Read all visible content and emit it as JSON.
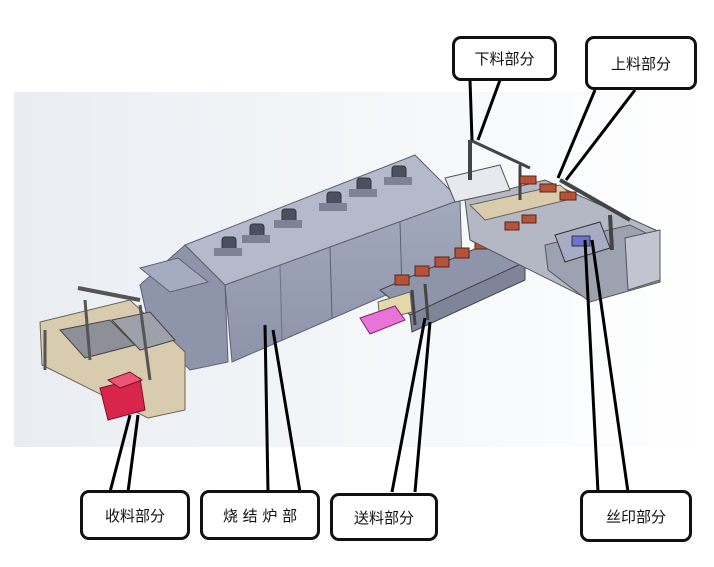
{
  "labels": {
    "unloading": "下料部分",
    "loading": "上料部分",
    "receiving": "收料部分",
    "furnace": "烧 结 炉 部",
    "feeding": "送料部分",
    "printing": "丝印部分"
  },
  "colors": {
    "machine": "#9aa0b4",
    "frame": "#5c6272",
    "panel_red": "#d8264a",
    "pink_block": "#e874d8",
    "tray": "#b4533a",
    "beige": "#d9ccae"
  }
}
